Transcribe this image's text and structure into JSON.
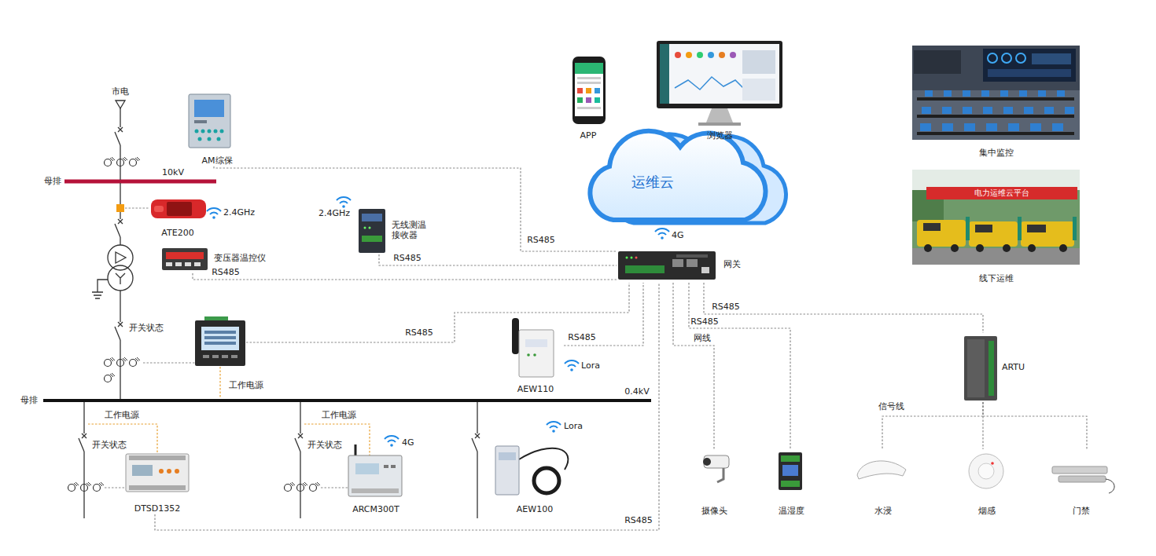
{
  "diagram": {
    "nodes": [
      {
        "text": [
          "AM综保"
        ]
      },
      {
        "text": [
          "APP"
        ]
      },
      {
        "text": [
          "浏览器"
        ]
      },
      {
        "text": [
          "集中监控"
        ]
      },
      {
        "text": [
          "运维云"
        ]
      },
      {
        "text": [
          "ATE200"
        ]
      },
      {
        "text": [
          "无线测温 接收器"
        ]
      },
      {
        "text": [
          "线下运维"
        ]
      },
      {
        "text": [
          "变压器温控仪"
        ]
      },
      {
        "text": [
          "网关"
        ]
      },
      {
        "text": [
          "AEW110"
        ]
      },
      {
        "text": [
          "ARTU"
        ]
      },
      {
        "text": [
          "DTSD1352"
        ]
      },
      {
        "text": [
          "ARCM300T"
        ]
      },
      {
        "text": [
          "AEW100"
        ]
      },
      {
        "text": [
          "摄像头"
        ]
      },
      {
        "text": [
          "温湿度"
        ]
      },
      {
        "text": [
          "水浸"
        ]
      },
      {
        "text": [
          "烟感"
        ]
      },
      {
        "text": [
          "门禁"
        ]
      }
    ],
    "edges": [
      {
        "from": 0,
        "to": 9,
        "arrow": "none",
        "label": "RS485"
      },
      {
        "from": 6,
        "to": 9,
        "arrow": "none",
        "label": "RS485"
      },
      {
        "from": 8,
        "to": 9,
        "arrow": "none",
        "label": "RS485"
      },
      {
        "from": 10,
        "to": 9,
        "arrow": "none",
        "label": "RS485"
      },
      {
        "from": 12,
        "to": 9,
        "arrow": "none",
        "label": "RS485"
      },
      {
        "from": 9,
        "to": 15,
        "arrow": "none",
        "label": "网线"
      },
      {
        "from": 9,
        "to": 16,
        "arrow": "none",
        "label": "RS485"
      },
      {
        "from": 9,
        "to": 11,
        "arrow": "none",
        "label": "RS485"
      },
      {
        "from": 11,
        "to": 17,
        "arrow": "none",
        "label": "信号线"
      },
      {
        "from": 11,
        "to": 18,
        "arrow": "none"
      },
      {
        "from": 11,
        "to": 19,
        "arrow": "none"
      }
    ],
    "labels": [
      "市电",
      "母排",
      "10kV",
      "2.4GHz",
      "2.4GHz",
      "4G",
      "开关状态",
      "工作电源",
      "Lora",
      "0.4kV",
      "母排",
      "工作电源",
      "开关状态",
      "工作电源",
      "开关状态",
      "4G",
      "Lora",
      "电力运维云平台",
      "RS485"
    ]
  }
}
